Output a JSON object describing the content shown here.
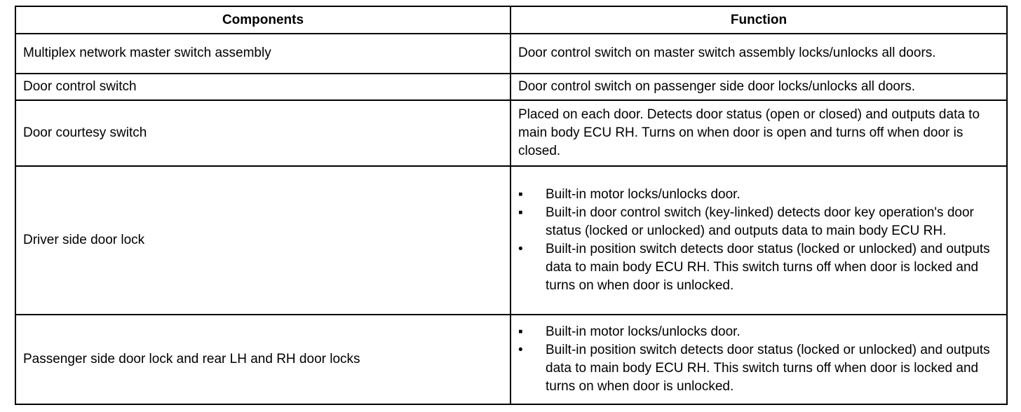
{
  "table": {
    "headers": {
      "components": "Components",
      "function": "Function"
    },
    "rows": [
      {
        "component": "Multiplex network master switch assembly",
        "function": "Door control switch on master switch assembly locks/unlocks all doors."
      },
      {
        "component": "Door control switch",
        "function": "Door control switch on passenger side door locks/unlocks all doors."
      },
      {
        "component": "Door courtesy switch",
        "function": "Placed on each door. Detects door status (open or closed) and outputs data to main body ECU RH. Turns on when door is open and turns off when door is closed."
      },
      {
        "component": "Driver side door lock",
        "bullets": [
          "Built-in motor locks/unlocks door.",
          "Built-in door control switch (key-linked) detects door key operation's door status (locked or unlocked) and outputs data to main body ECU RH.",
          "Built-in position switch detects door status (locked or unlocked) and outputs data to main body ECU RH. This switch turns off when door is locked and turns on when door is unlocked."
        ],
        "bullet_marks": [
          "▪",
          "▪",
          "•"
        ]
      },
      {
        "component": "Passenger side door lock and rear LH and RH door locks",
        "bullets": [
          "Built-in motor locks/unlocks door.",
          "Built-in position switch detects door status (locked or unlocked) and outputs data to main body ECU RH. This switch turns off when door is locked and turns on when door is unlocked."
        ],
        "bullet_marks": [
          "▪",
          "•"
        ]
      }
    ]
  }
}
